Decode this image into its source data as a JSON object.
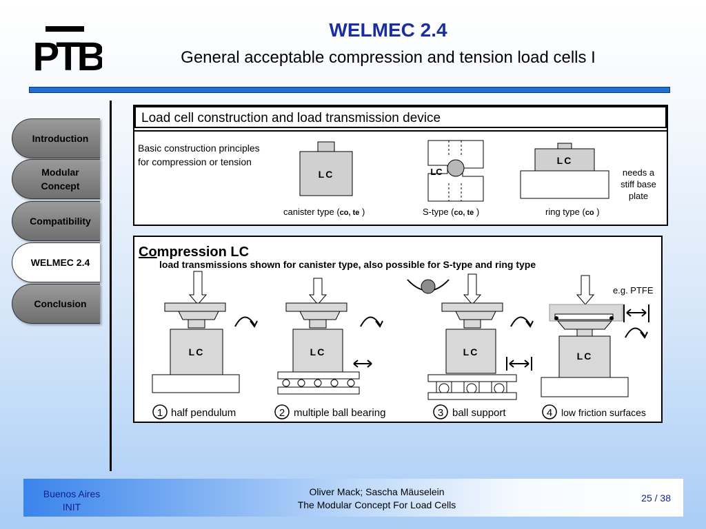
{
  "header": {
    "logo_text": "PTB",
    "title": "WELMEC 2.4",
    "subtitle": "General acceptable compression and tension load cells I"
  },
  "nav": {
    "items": [
      {
        "label": "Introduction",
        "active": false
      },
      {
        "label": "Modular Concept",
        "active": false
      },
      {
        "label": "Compatibility",
        "active": false
      },
      {
        "label": "WELMEC 2.4",
        "active": true
      },
      {
        "label": "Conclusion",
        "active": false
      }
    ]
  },
  "figure_top": {
    "heading": "Load cell construction  and  load transmission device",
    "principles": [
      "Basic construction principles",
      "for compression or tension"
    ],
    "cell_label": "LC",
    "types": [
      {
        "name": "canister type (",
        "mode": "co, te",
        "close": " )"
      },
      {
        "name": "S-type (",
        "mode": "co, te",
        "close": " )"
      },
      {
        "name": "ring type (",
        "mode": "co",
        "close": " )"
      }
    ],
    "note": [
      "needs a",
      "stiff base",
      "plate"
    ]
  },
  "figure_bottom": {
    "heading_underlined": "Co",
    "heading_rest": "mpression LC",
    "subheading": "load transmissions shown for canister type, also possible for S-type and ring type",
    "ptfe_label": "e.g. PTFE",
    "cell_label": "LC",
    "methods": [
      {
        "num": "1",
        "label": "half pendulum"
      },
      {
        "num": "2",
        "label": "multiple ball bearing"
      },
      {
        "num": "3",
        "label": "ball support"
      },
      {
        "num": "4",
        "label": "low friction surfaces"
      }
    ]
  },
  "footer": {
    "location": "Buenos Aires",
    "org": "INIT",
    "authors": "Oliver Mack; Sascha Mäuselein",
    "talk_title": "The Modular Concept For Load Cells",
    "page": "25 / 38"
  },
  "colors": {
    "title_blue": "#1b2ea0",
    "rule_blue": "#1f6fd4",
    "footer_text": "#10208a"
  }
}
